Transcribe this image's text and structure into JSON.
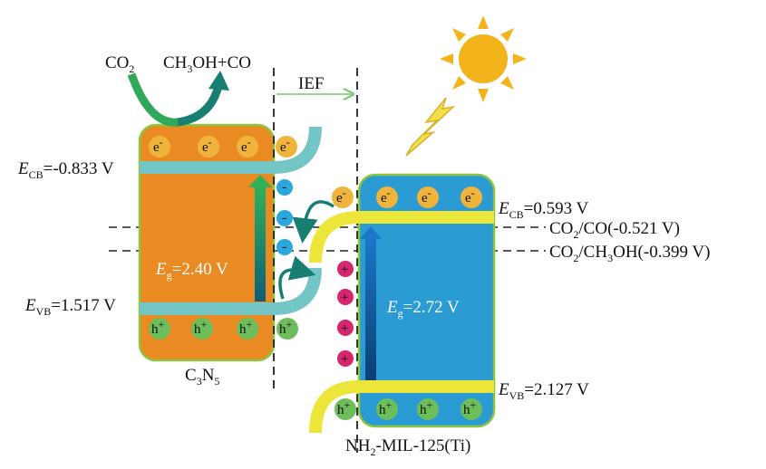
{
  "colors": {
    "c3n5_box": "#E98B22",
    "mil_box": "#2A9BD3",
    "box_border": "#8CC63F",
    "c3n5_band": "#74C6C6",
    "mil_band": "#EDE63A",
    "electron": "#F0B43C",
    "hole": "#6DBE5A",
    "negative_charge": "#29A8E0",
    "positive_charge": "#D6266E",
    "sun": "#F3B41B",
    "ief_arrow": "#7CC576"
  },
  "reactants": {
    "co2": "CO",
    "co2_sub": "2",
    "product_a": "CH",
    "product_a_sub": "3",
    "product_b": "OH+CO"
  },
  "ief": {
    "label": "IEF"
  },
  "c3n5": {
    "name": "C",
    "name_sub1": "3",
    "name_mid": "N",
    "name_sub2": "5",
    "ecb_E": "E",
    "ecb_sub": "CB",
    "ecb_value": "=-0.833 V",
    "evb_E": "E",
    "evb_sub": "VB",
    "evb_value": "=1.517 V",
    "eg_E": "E",
    "eg_sub": "g",
    "eg_value": "=2.40 V"
  },
  "mil": {
    "name_a": "NH",
    "name_sub": "2",
    "name_b": "-MIL-125(Ti)",
    "ecb_E": "E",
    "ecb_sub": "CB",
    "ecb_value": "=0.593 V",
    "evb_E": "E",
    "evb_sub": "VB",
    "evb_value": "=2.127 V",
    "eg_E": "E",
    "eg_sub": "g",
    "eg_value": "=2.72 V"
  },
  "potentials": [
    {
      "a": "CO",
      "sub": "2",
      "b": "/CO(-0.521 V)"
    },
    {
      "a": "CO",
      "sub": "2",
      "b": "/CH",
      "sub2": "3",
      "c": "OH(-0.399 V)"
    }
  ],
  "charges": {
    "electron": "e",
    "electron_sup": "-",
    "hole": "h",
    "hole_sup": "+",
    "neg": "-",
    "pos": "+"
  }
}
